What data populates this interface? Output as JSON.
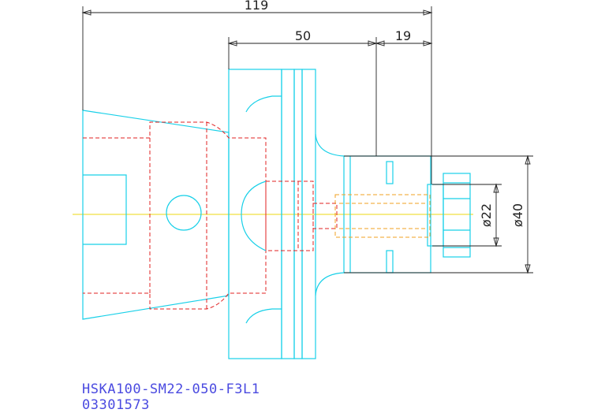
{
  "dimensions": {
    "overall_length": "119",
    "mid_length": "50",
    "tip_length": "19",
    "small_diameter": "ø22",
    "large_diameter": "ø40"
  },
  "part_label": {
    "model": "HSKA100-SM22-050-F3L1",
    "code": "03301573"
  },
  "colors": {
    "outline": "#18d0e8",
    "hidden": "#e02020",
    "centerline": "#f0e040",
    "dimension": "#222222",
    "label": "#4a4ae0"
  }
}
